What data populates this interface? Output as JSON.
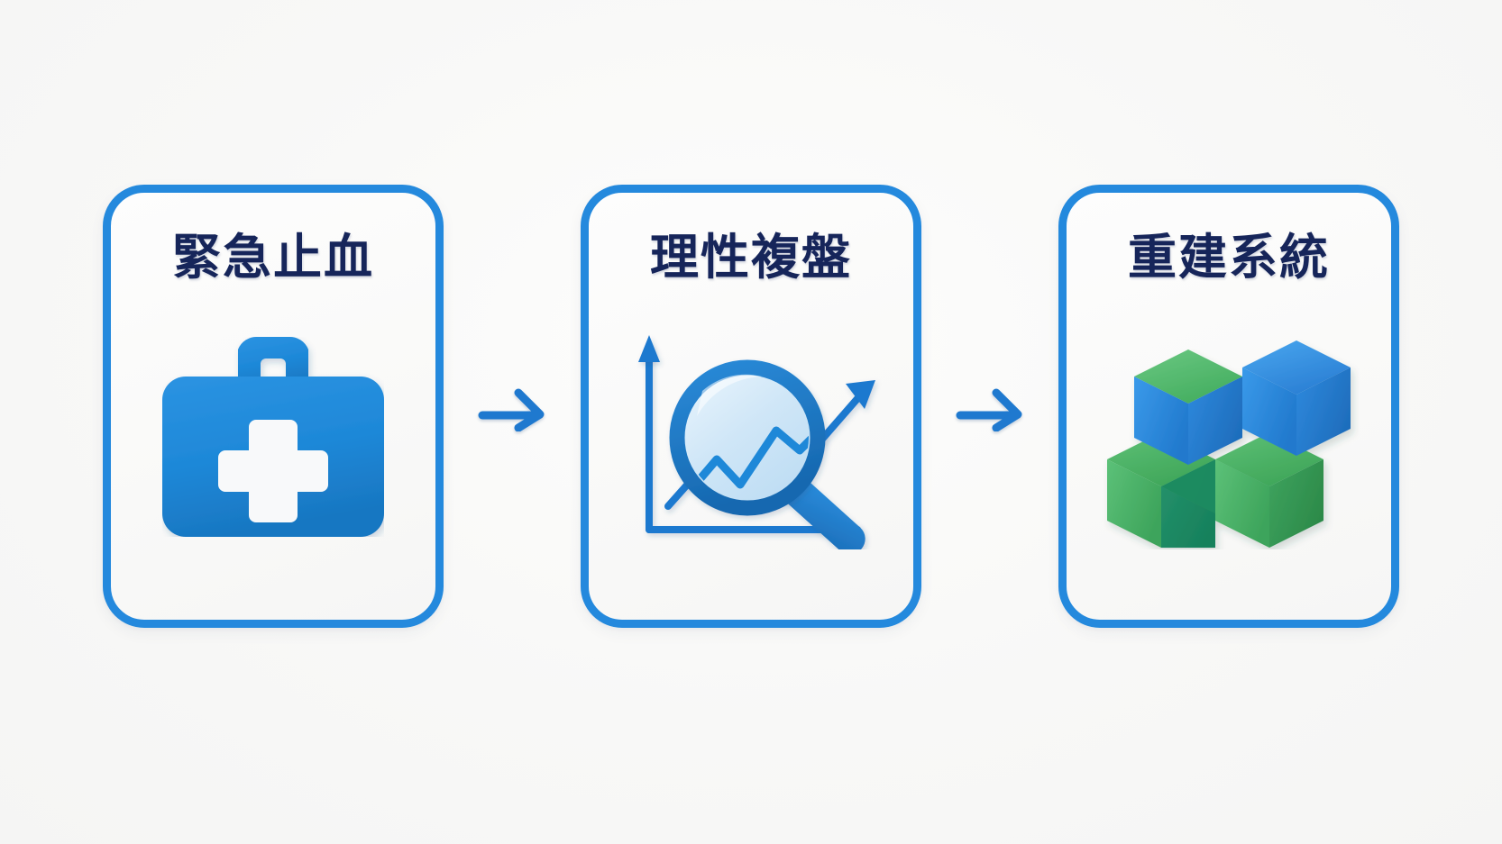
{
  "diagram": {
    "type": "process-flow",
    "background_color": "#f9f9f8",
    "accent_color": "#2489dd",
    "title_color": "#16255a",
    "steps": [
      {
        "id": "step-1",
        "title": "緊急止血",
        "icon": "first-aid-kit-icon",
        "icon_colors": {
          "body": "#1e88d8",
          "cross": "#f8f9fa"
        }
      },
      {
        "id": "step-2",
        "title": "理性複盤",
        "icon": "magnifier-chart-icon",
        "icon_colors": {
          "outline": "#1e7fd0",
          "lens": "#cfe6f7",
          "trend": "#1e88d8"
        }
      },
      {
        "id": "step-3",
        "title": "重建系統",
        "icon": "building-blocks-icon",
        "icon_colors": {
          "green": "#49b265",
          "blue": "#2a86e0"
        }
      }
    ],
    "connectors": [
      {
        "id": "connector-1",
        "icon": "arrow-right-icon",
        "color": "#1f79cf"
      },
      {
        "id": "connector-2",
        "icon": "arrow-right-icon",
        "color": "#1f79cf"
      }
    ]
  }
}
